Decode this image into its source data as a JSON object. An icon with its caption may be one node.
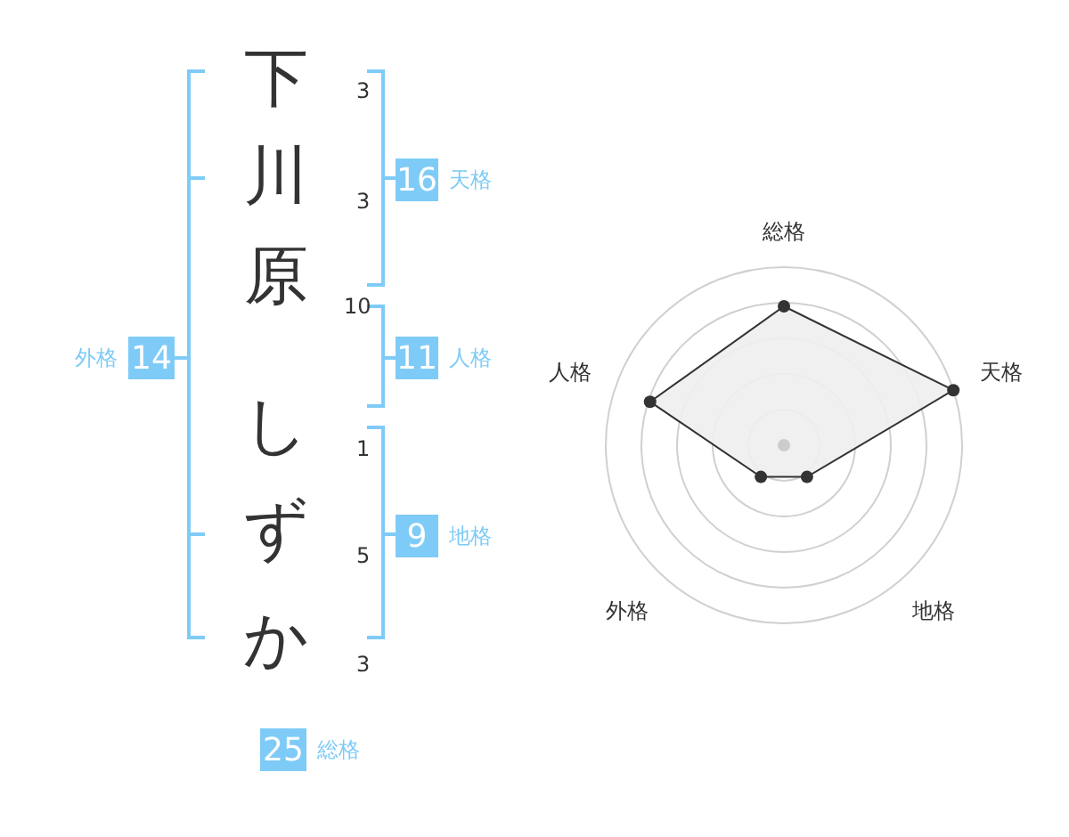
{
  "diagram": {
    "nodes": [
      {
        "text": [
          "16"
        ],
        "beside": [
          "天格"
        ]
      },
      {
        "text": [
          "14"
        ],
        "beside": [
          "外格"
        ]
      },
      {
        "text": [
          "11"
        ],
        "beside": [
          "人格"
        ]
      },
      {
        "text": [
          "9"
        ],
        "beside": [
          "地格"
        ]
      },
      {
        "text": [
          "25"
        ],
        "beside": [
          "総格"
        ]
      }
    ],
    "labels": [
      "下",
      "3",
      "川",
      "3",
      "原",
      "10",
      "し",
      "1",
      "ず",
      "5",
      "か",
      "3",
      "総格",
      "人格",
      "天格",
      "外格",
      "地格"
    ]
  }
}
